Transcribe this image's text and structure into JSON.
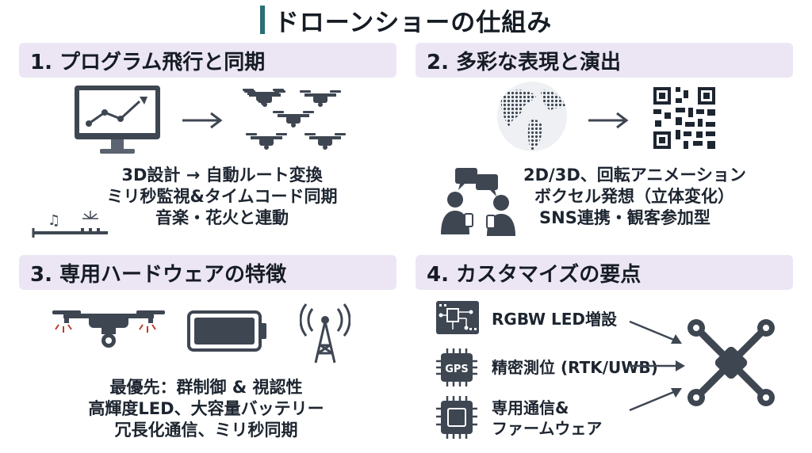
{
  "title": "ドローンショーの仕組み",
  "sections": [
    {
      "heading": "1. プログラム飛行と同期",
      "lines": [
        "3D設計 → 自動ルート変換",
        "ミリ秒監視&タイムコード同期",
        "音楽・花火と連動"
      ]
    },
    {
      "heading": "2. 多彩な表現と演出",
      "lines": [
        "2D/3D、回転アニメーション",
        "ボクセル発想（立体変化）",
        "SNS連携・観客参加型"
      ]
    },
    {
      "heading": "3. 専用ハードウェアの特徴",
      "lines": [
        "最優先：群制御 & 視認性",
        "高輝度LED、大容量バッテリー",
        "冗長化通信、ミリ秒同期"
      ]
    },
    {
      "heading": "4. カスタマイズの要点",
      "items": [
        {
          "label": "RGBW LED増設",
          "icon": "circuit-board-icon"
        },
        {
          "label": "精密測位 (RTK/UWB)",
          "icon": "gps-chip-icon",
          "chip_text": "GPS"
        },
        {
          "label": "専用通信&\nファームウェア",
          "icon": "processor-chip-icon"
        }
      ]
    }
  ],
  "colors": {
    "heading_bg": "#ece6f4",
    "accent": "#2a6e78",
    "icon_dark": "#3e4652",
    "warning_red": "#c0392b"
  }
}
